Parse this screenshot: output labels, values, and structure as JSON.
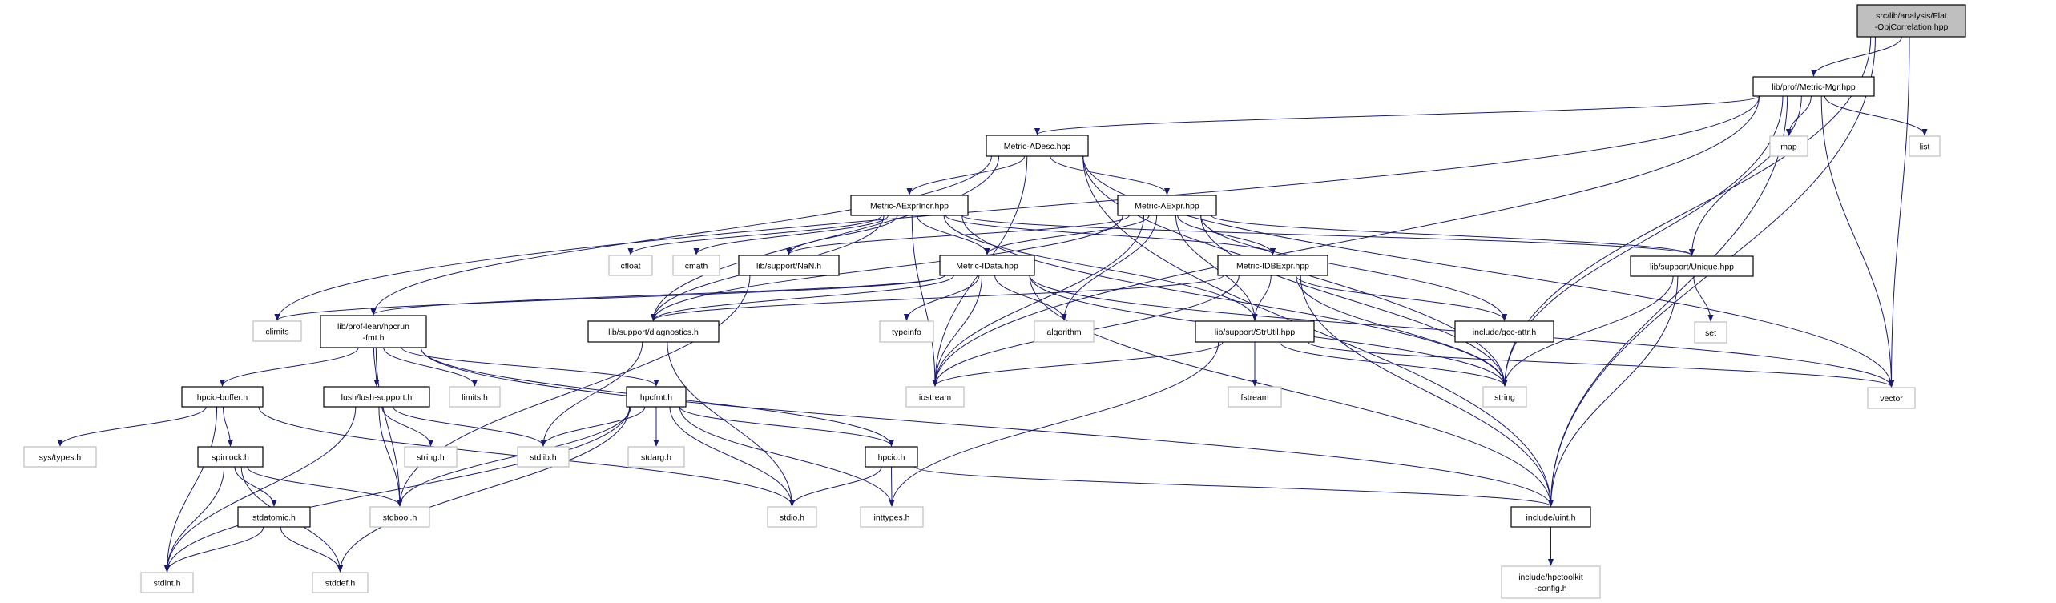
{
  "colors": {
    "edge": "#191970",
    "root_fill": "#bfbfbf",
    "documented_border": "#000000",
    "external_border": "#bfbfbf"
  },
  "nodes": {
    "root": {
      "label": [
        "src/lib/analysis/Flat",
        "-ObjCorrelation.hpp"
      ],
      "kind": "root"
    },
    "mgr": {
      "label": [
        "lib/prof/Metric-Mgr.hpp"
      ],
      "kind": "doc"
    },
    "map": {
      "label": [
        "map"
      ],
      "kind": "ext"
    },
    "list": {
      "label": [
        "list"
      ],
      "kind": "ext"
    },
    "adesc": {
      "label": [
        "Metric-ADesc.hpp"
      ],
      "kind": "doc"
    },
    "aexprincr": {
      "label": [
        "Metric-AExprIncr.hpp"
      ],
      "kind": "doc"
    },
    "aexpr": {
      "label": [
        "Metric-AExpr.hpp"
      ],
      "kind": "doc"
    },
    "cfloat": {
      "label": [
        "cfloat"
      ],
      "kind": "ext"
    },
    "cmath": {
      "label": [
        "cmath"
      ],
      "kind": "ext"
    },
    "nan": {
      "label": [
        "lib/support/NaN.h"
      ],
      "kind": "doc"
    },
    "idata": {
      "label": [
        "Metric-IData.hpp"
      ],
      "kind": "doc"
    },
    "idbexpr": {
      "label": [
        "Metric-IDBExpr.hpp"
      ],
      "kind": "doc"
    },
    "unique": {
      "label": [
        "lib/support/Unique.hpp"
      ],
      "kind": "doc"
    },
    "climits": {
      "label": [
        "climits"
      ],
      "kind": "ext"
    },
    "hpcrunfmt": {
      "label": [
        "lib/prof-lean/hpcrun",
        "-fmt.h"
      ],
      "kind": "doc"
    },
    "diag": {
      "label": [
        "lib/support/diagnostics.h"
      ],
      "kind": "doc"
    },
    "typeinfo": {
      "label": [
        "typeinfo"
      ],
      "kind": "ext"
    },
    "algorithm": {
      "label": [
        "algorithm"
      ],
      "kind": "ext"
    },
    "strutil": {
      "label": [
        "lib/support/StrUtil.hpp"
      ],
      "kind": "doc"
    },
    "gccattr": {
      "label": [
        "include/gcc-attr.h"
      ],
      "kind": "doc"
    },
    "set": {
      "label": [
        "set"
      ],
      "kind": "ext"
    },
    "hpciobuf": {
      "label": [
        "hpcio-buffer.h"
      ],
      "kind": "doc"
    },
    "lush": {
      "label": [
        "lush/lush-support.h"
      ],
      "kind": "doc"
    },
    "limits": {
      "label": [
        "limits.h"
      ],
      "kind": "ext"
    },
    "hpcfmt": {
      "label": [
        "hpcfmt.h"
      ],
      "kind": "doc"
    },
    "iostream": {
      "label": [
        "iostream"
      ],
      "kind": "ext"
    },
    "fstream": {
      "label": [
        "fstream"
      ],
      "kind": "ext"
    },
    "string": {
      "label": [
        "string"
      ],
      "kind": "ext"
    },
    "vector": {
      "label": [
        "vector"
      ],
      "kind": "ext"
    },
    "systypes": {
      "label": [
        "sys/types.h"
      ],
      "kind": "ext"
    },
    "spinlock": {
      "label": [
        "spinlock.h"
      ],
      "kind": "doc"
    },
    "stringh": {
      "label": [
        "string.h"
      ],
      "kind": "ext"
    },
    "stdlib": {
      "label": [
        "stdlib.h"
      ],
      "kind": "ext"
    },
    "stdarg": {
      "label": [
        "stdarg.h"
      ],
      "kind": "ext"
    },
    "hpcio": {
      "label": [
        "hpcio.h"
      ],
      "kind": "doc"
    },
    "stdatomic": {
      "label": [
        "stdatomic.h"
      ],
      "kind": "doc"
    },
    "stdbool": {
      "label": [
        "stdbool.h"
      ],
      "kind": "ext"
    },
    "stdio": {
      "label": [
        "stdio.h"
      ],
      "kind": "ext"
    },
    "inttypes": {
      "label": [
        "inttypes.h"
      ],
      "kind": "ext"
    },
    "uint": {
      "label": [
        "include/uint.h"
      ],
      "kind": "doc"
    },
    "stdint": {
      "label": [
        "stdint.h"
      ],
      "kind": "ext"
    },
    "stddef": {
      "label": [
        "stddef.h"
      ],
      "kind": "ext"
    },
    "hpcconf": {
      "label": [
        "include/hpctoolkit",
        "-config.h"
      ],
      "kind": "ext"
    }
  },
  "edges": [
    [
      "root",
      "mgr"
    ],
    [
      "root",
      "string"
    ],
    [
      "root",
      "vector"
    ],
    [
      "root",
      "uint"
    ],
    [
      "mgr",
      "climits"
    ],
    [
      "mgr",
      "adesc"
    ],
    [
      "mgr",
      "iostream"
    ],
    [
      "mgr",
      "string"
    ],
    [
      "mgr",
      "map"
    ],
    [
      "mgr",
      "list"
    ],
    [
      "mgr",
      "unique"
    ],
    [
      "mgr",
      "vector"
    ],
    [
      "mgr",
      "uint"
    ],
    [
      "adesc",
      "hpcrunfmt"
    ],
    [
      "adesc",
      "diag"
    ],
    [
      "adesc",
      "iostream"
    ],
    [
      "adesc",
      "aexprincr"
    ],
    [
      "adesc",
      "aexpr"
    ],
    [
      "adesc",
      "string"
    ],
    [
      "adesc",
      "vector"
    ],
    [
      "adesc",
      "uint"
    ],
    [
      "aexprincr",
      "cfloat"
    ],
    [
      "aexprincr",
      "cmath"
    ],
    [
      "aexprincr",
      "nan"
    ],
    [
      "aexprincr",
      "idata"
    ],
    [
      "aexprincr",
      "idbexpr"
    ],
    [
      "aexprincr",
      "strutil"
    ],
    [
      "aexprincr",
      "unique"
    ],
    [
      "aexprincr",
      "diag"
    ],
    [
      "aexprincr",
      "iostream"
    ],
    [
      "aexprincr",
      "string"
    ],
    [
      "aexpr",
      "nan"
    ],
    [
      "aexpr",
      "idata"
    ],
    [
      "aexpr",
      "idbexpr"
    ],
    [
      "aexpr",
      "algorithm"
    ],
    [
      "aexpr",
      "strutil"
    ],
    [
      "aexpr",
      "gccattr"
    ],
    [
      "aexpr",
      "unique"
    ],
    [
      "aexpr",
      "iostream"
    ],
    [
      "aexpr",
      "string"
    ],
    [
      "aexpr",
      "diag"
    ],
    [
      "idata",
      "climits"
    ],
    [
      "idata",
      "hpcrunfmt"
    ],
    [
      "idata",
      "diag"
    ],
    [
      "idata",
      "typeinfo"
    ],
    [
      "idata",
      "algorithm"
    ],
    [
      "idata",
      "iostream"
    ],
    [
      "idata",
      "string"
    ],
    [
      "idata",
      "uint"
    ],
    [
      "idata",
      "vector"
    ],
    [
      "idbexpr",
      "diag"
    ],
    [
      "idbexpr",
      "strutil"
    ],
    [
      "idbexpr",
      "gccattr"
    ],
    [
      "idbexpr",
      "iostream"
    ],
    [
      "idbexpr",
      "string"
    ],
    [
      "idbexpr",
      "uint"
    ],
    [
      "nan",
      "stdbool"
    ],
    [
      "unique",
      "set"
    ],
    [
      "unique",
      "string"
    ],
    [
      "unique",
      "uint"
    ],
    [
      "strutil",
      "fstream"
    ],
    [
      "strutil",
      "iostream"
    ],
    [
      "strutil",
      "string"
    ],
    [
      "strutil",
      "vector"
    ],
    [
      "strutil",
      "inttypes"
    ],
    [
      "diag",
      "stdlib"
    ],
    [
      "diag",
      "stdio"
    ],
    [
      "hpcrunfmt",
      "hpciobuf"
    ],
    [
      "hpcrunfmt",
      "lush"
    ],
    [
      "hpcrunfmt",
      "limits"
    ],
    [
      "hpcrunfmt",
      "stdbool"
    ],
    [
      "hpcrunfmt",
      "hpcfmt"
    ],
    [
      "hpcrunfmt",
      "hpcio"
    ],
    [
      "hpcrunfmt",
      "uint"
    ],
    [
      "hpciobuf",
      "systypes"
    ],
    [
      "hpciobuf",
      "spinlock"
    ],
    [
      "hpciobuf",
      "stdint"
    ],
    [
      "hpciobuf",
      "stdio"
    ],
    [
      "lush",
      "stdint"
    ],
    [
      "lush",
      "stringh"
    ],
    [
      "lush",
      "stdbool"
    ],
    [
      "lush",
      "stdlib"
    ],
    [
      "spinlock",
      "stdatomic"
    ],
    [
      "spinlock",
      "stdint"
    ],
    [
      "spinlock",
      "stdbool"
    ],
    [
      "spinlock",
      "stddef"
    ],
    [
      "stdatomic",
      "stdint"
    ],
    [
      "stdatomic",
      "stddef"
    ],
    [
      "hpcfmt",
      "stdlib"
    ],
    [
      "hpcfmt",
      "stdarg"
    ],
    [
      "hpcfmt",
      "stdio"
    ],
    [
      "hpcfmt",
      "hpcio"
    ],
    [
      "hpcfmt",
      "inttypes"
    ],
    [
      "hpcfmt",
      "stdbool"
    ],
    [
      "hpcfmt",
      "stdint"
    ],
    [
      "hpcfmt",
      "stddef"
    ],
    [
      "hpcio",
      "stdio"
    ],
    [
      "hpcio",
      "inttypes"
    ],
    [
      "hpcio",
      "uint"
    ],
    [
      "uint",
      "hpcconf"
    ]
  ]
}
